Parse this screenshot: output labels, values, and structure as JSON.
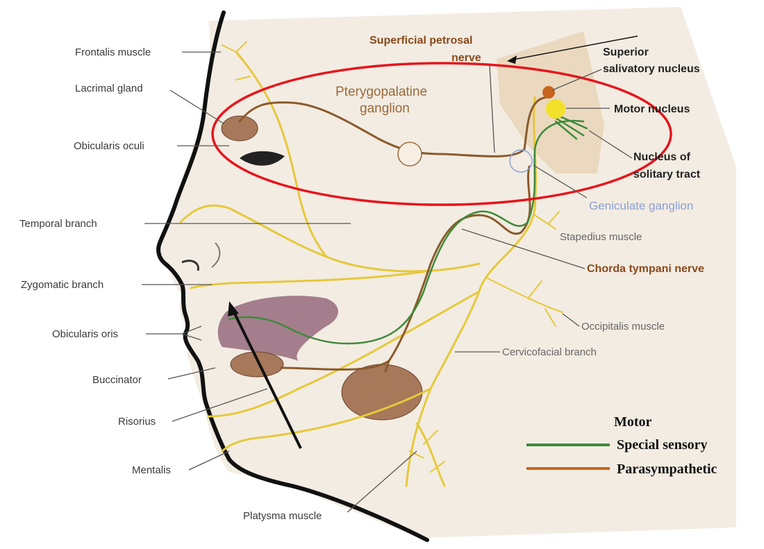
{
  "labels": {
    "frontalis": "Frontalis muscle",
    "lacrimal": "Lacrimal gland",
    "obicularis_oculi": "Obicularis oculi",
    "temporal": "Temporal branch",
    "zygomatic": "Zygomatic branch",
    "obicularis_oris": "Obicularis oris",
    "buccinator": "Buccinator",
    "risorius": "Risorius",
    "mentalis": "Mentalis",
    "platysma": "Platysma muscle",
    "superficial_petrosal_l1": "Superficial petrosal",
    "superficial_petrosal_l2": "nerve",
    "pterygopalatine_l1": "Pterygopalatine",
    "pterygopalatine_l2": "ganglion",
    "superior_salivatory_l1": "Superior",
    "superior_salivatory_l2": "salivatory nucleus",
    "motor_nucleus": "Motor nucleus",
    "nucleus_solitary_l1": "Nucleus of",
    "nucleus_solitary_l2": "solitary tract",
    "geniculate": "Geniculate ganglion",
    "stapedius": "Stapedius muscle",
    "chorda_tympani": "Chorda tympani nerve",
    "occipitalis": "Occipitalis muscle",
    "cervicofacial": "Cervicofacial branch"
  },
  "legend": {
    "motor": "Motor",
    "special_sensory": "Special sensory",
    "parasympathetic": "Parasympathetic",
    "colors": {
      "motor": "#e6c83a",
      "special_sensory": "#3f8a3a",
      "parasympathetic": "#c8651e"
    }
  },
  "colors": {
    "highlight_ellipse": "#e8141c",
    "arrow": "#111111",
    "skin": "#f3ece2",
    "brainstem": "#e8d6b8",
    "gland": "#a8785a",
    "tongue": "#8a5a70"
  }
}
